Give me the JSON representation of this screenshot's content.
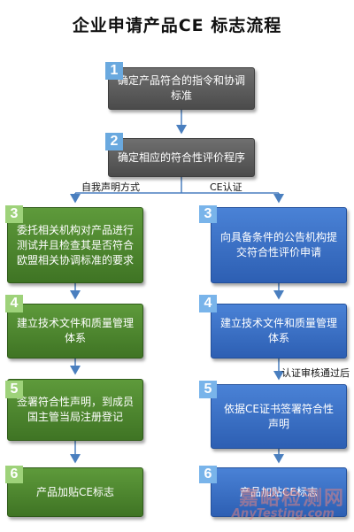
{
  "title": "企业申请产品CE 标志流程",
  "steps": {
    "step1": {
      "num": "1",
      "text": "确定产品符合的指令和协调标准"
    },
    "step2": {
      "num": "2",
      "text": "确定相应的符合性评价程序"
    },
    "left3": {
      "num": "3",
      "text": "委托相关机构对产品进行测试并且检查其是否符合欧盟相关协调标准的要求"
    },
    "left4": {
      "num": "4",
      "text": "建立技术文件和质量管理体系"
    },
    "left5": {
      "num": "5",
      "text": "签署符合性声明，到成员国主管当局注册登记"
    },
    "left6": {
      "num": "6",
      "text": "产品加贴CE标志"
    },
    "right3": {
      "num": "3",
      "text": "向具备条件的公告机构提交符合性评价申请"
    },
    "right4": {
      "num": "4",
      "text": "建立技术文件和质量管理体系"
    },
    "right5": {
      "num": "5",
      "text": "依据CE证书签署符合性声明"
    },
    "right6": {
      "num": "6",
      "text": "产品加贴CE标志"
    }
  },
  "labels": {
    "left_branch": "自我声明方式",
    "right_branch": "CE认证",
    "right_note": "认证审核通过后"
  },
  "watermark": {
    "cn": "嘉峪检测网",
    "en": "AnyTesting.com"
  },
  "colors": {
    "gray": "#5a5a5a",
    "green": "#4a8230",
    "blue": "#3a6fc6",
    "line": "#4a7fbf"
  }
}
